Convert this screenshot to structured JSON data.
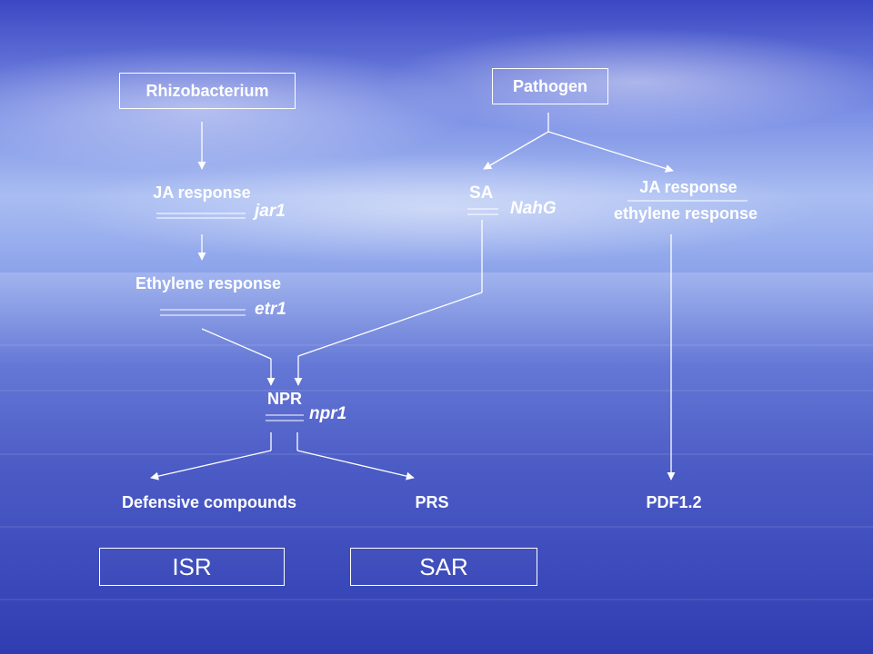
{
  "diagram": {
    "boxes": {
      "rhizobacterium": "Rhizobacterium",
      "pathogen": "Pathogen",
      "isr": "ISR",
      "sar": "SAR"
    },
    "responses": {
      "ja_left": "JA response",
      "ethylene": "Ethylene response",
      "sa": "SA",
      "ja_right": "JA response",
      "ethylene_right": "ethylene response",
      "npr": "NPR"
    },
    "mutants": {
      "jar1": "jar1",
      "etr1": "etr1",
      "nahg": "NahG",
      "npr1": "npr1"
    },
    "outputs": {
      "defensive": "Defensive compounds",
      "prs": "PRS",
      "pdf": "PDF1.2"
    }
  },
  "colors": {
    "foreground": "#ffffff",
    "background_top": "#3b48c4",
    "background_bottom": "#2f3db2"
  }
}
